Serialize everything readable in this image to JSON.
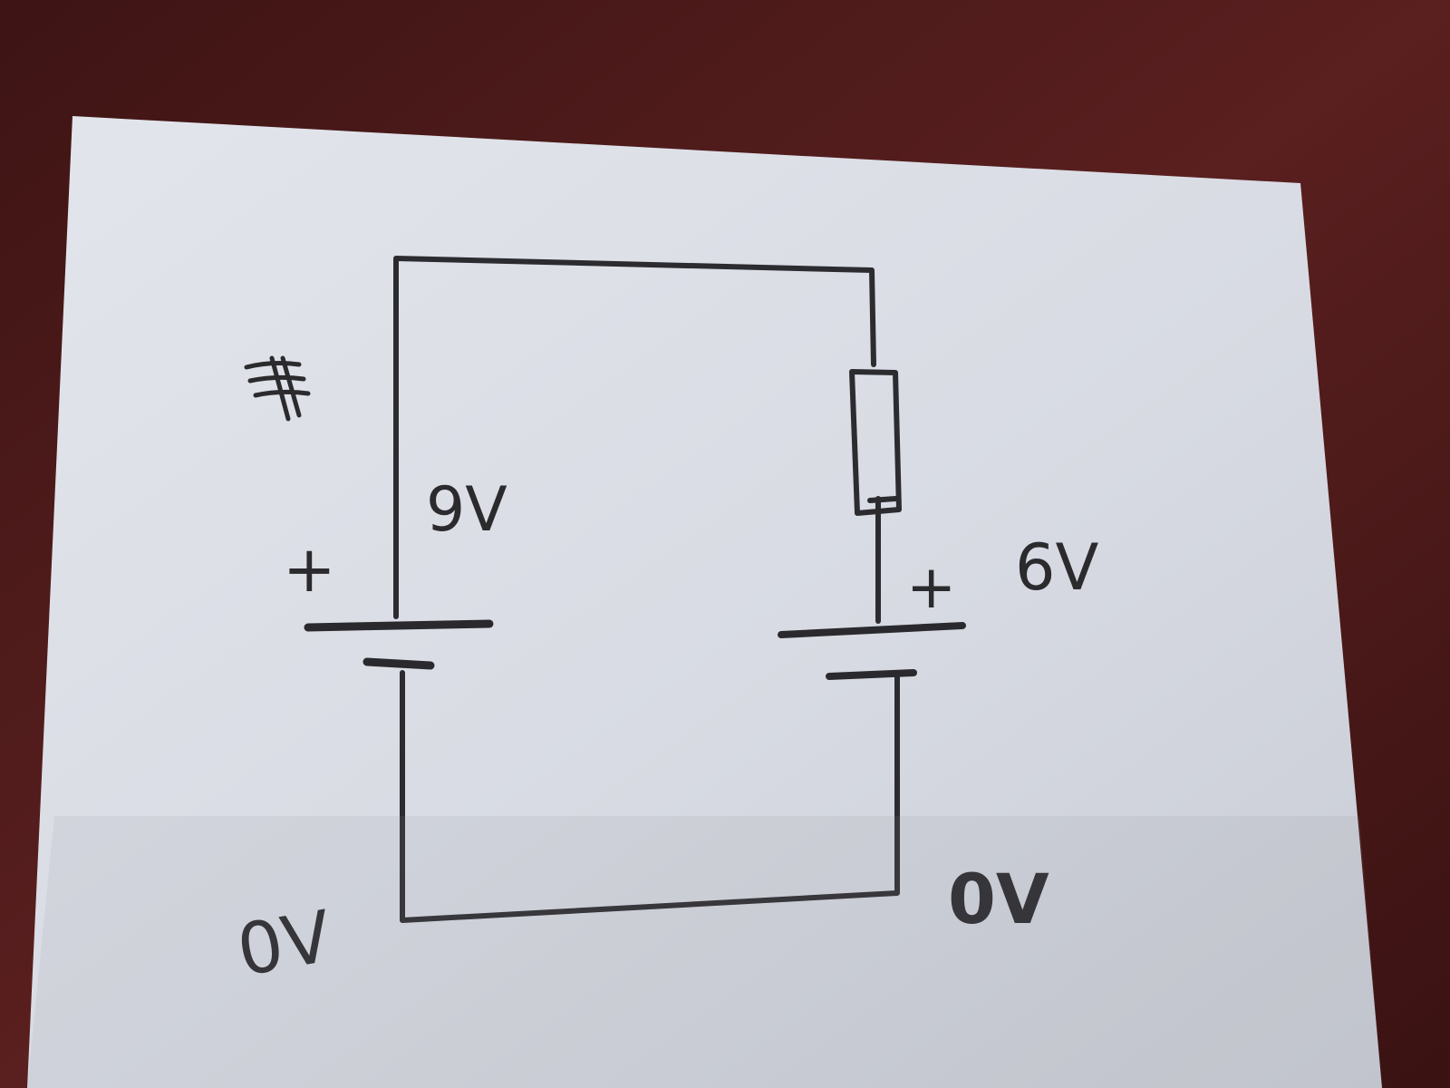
{
  "scene": {
    "tablecloth_color": "#4a1a1a",
    "paper_color": "#d9dce4",
    "ink_color": "#2b2b2e"
  },
  "diagram": {
    "scribble_label": "",
    "left_battery": {
      "voltage_label": "9V",
      "positive_label": "+",
      "ground_label": "0V"
    },
    "right_battery": {
      "voltage_label": "6V",
      "positive_label": "+",
      "ground_label": "0V"
    },
    "resistor": {
      "label": ""
    }
  }
}
